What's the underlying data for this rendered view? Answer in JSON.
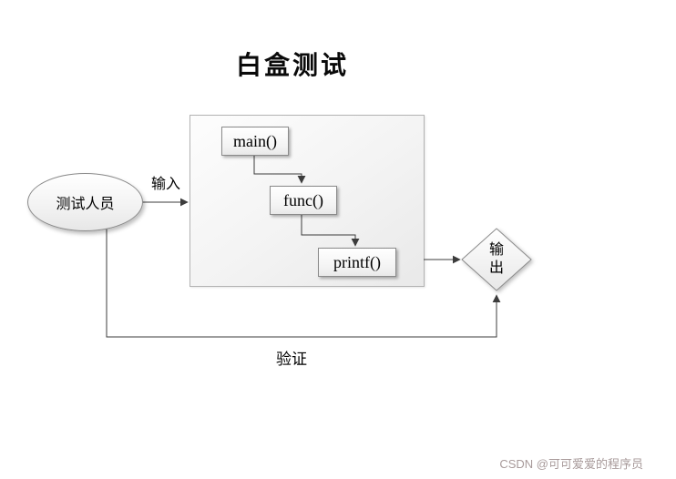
{
  "diagram": {
    "title": "白盒测试",
    "tester": "测试人员",
    "input_label": "输入",
    "verify_label": "验证",
    "output_label": "输出",
    "code_nodes": [
      "main()",
      "func()",
      "printf()"
    ],
    "colors": {
      "line": "#3c3c3c",
      "shape_border": "#8a8a8a"
    }
  },
  "watermark": "CSDN @可可爱爱的程序员"
}
